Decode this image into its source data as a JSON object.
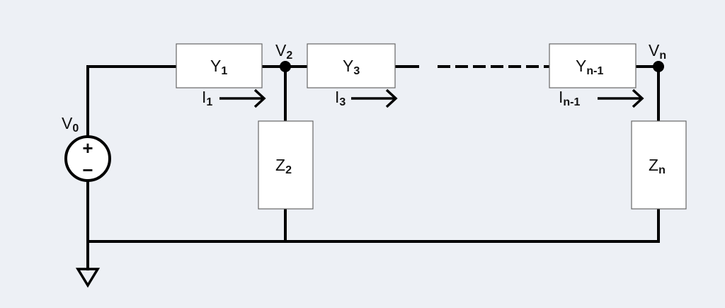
{
  "diagram": {
    "title": "Ladder network with source V0",
    "colors": {
      "background": "#edf0f5",
      "wire": "#000000",
      "box_fill": "#ffffff",
      "box_stroke": "#666666"
    },
    "source": {
      "label": "V",
      "sub": "0",
      "plus": "+",
      "minus": "−"
    },
    "series_elements": [
      {
        "id": "Y1",
        "label": "Y",
        "sub": "1"
      },
      {
        "id": "Y3",
        "label": "Y",
        "sub": "3"
      },
      {
        "id": "Yn-1",
        "label": "Y",
        "sub": "n-1"
      }
    ],
    "shunt_elements": [
      {
        "id": "Z2",
        "label": "Z",
        "sub": "2"
      },
      {
        "id": "Zn",
        "label": "Z",
        "sub": "n"
      }
    ],
    "nodes": [
      {
        "id": "V2",
        "label": "V",
        "sub": "2"
      },
      {
        "id": "Vn",
        "label": "V",
        "sub": "n"
      }
    ],
    "currents": [
      {
        "id": "I1",
        "label": "I",
        "sub": "1"
      },
      {
        "id": "I3",
        "label": "I",
        "sub": "3"
      },
      {
        "id": "In-1",
        "label": "I",
        "sub": "n-1"
      }
    ],
    "continuation": "dashed",
    "ground": "ground-symbol"
  }
}
